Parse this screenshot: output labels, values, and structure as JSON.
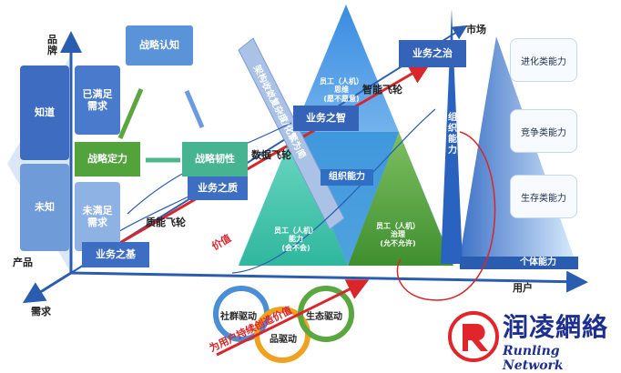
{
  "axes": {
    "brand": "品\n牌",
    "product": "产品",
    "demand": "需求",
    "market": "市场",
    "user": "用户",
    "org_capability": "组\n织\n能\n力",
    "individual_capability": "个体能力"
  },
  "left_panel": {
    "known": "知道",
    "unknown": "未知",
    "satisfied": "已满足\n需求",
    "unsatisfied": "未满足\n需求"
  },
  "strategy": {
    "cognition": "战略认知",
    "positioning": "战略定力",
    "toughness": "战略韧性"
  },
  "business": {
    "foundation": "业务之基",
    "quality": "业务之质",
    "wisdom": "业务之智",
    "governance": "业务之治"
  },
  "flywheels": {
    "quality": "质能飞轮",
    "data": "数据飞轮",
    "smart": "智能飞轮"
  },
  "value_label": "价值",
  "diagonal_text": "架构收敛复杂度/化繁为简",
  "triangles": {
    "capability": "员工（人机）\n能力\n(会不会)",
    "thinking": "员工（人机）\n思维\n(愿不愿意)",
    "governance": "员工（人机）\n治理\n(允不允许)",
    "org_ability": "组织能力"
  },
  "right_cards": [
    "进化类能力",
    "竞争类能力",
    "生存类能力"
  ],
  "bottom": {
    "community": "社群驱动",
    "product": "品驱动",
    "ecology": "生态驱动",
    "banner": "为用户持续创造价值"
  },
  "logo": {
    "cn": "润凌網絡",
    "en": "Runling Network",
    "colors": {
      "red": "#e1252a",
      "blue": "#1d2f8f"
    }
  },
  "colors": {
    "dark_blue": "#2a4fa3",
    "mid_blue": "#4478c8",
    "light_blue": "#6a9be0",
    "green": "#5aa63f",
    "teal": "#3bbfa7",
    "red": "#d8262b"
  }
}
